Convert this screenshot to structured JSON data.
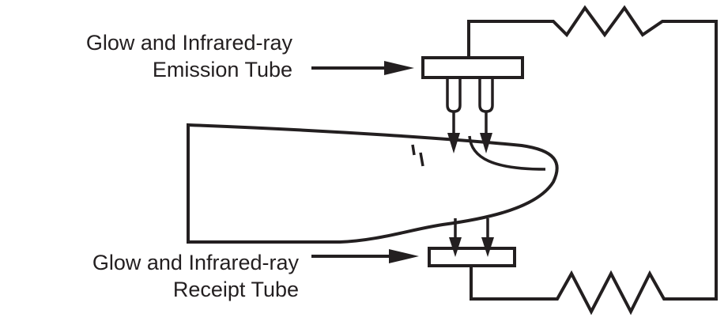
{
  "labels": {
    "emission_line1": "Glow and Infrared-ray",
    "emission_line2": "Emission Tube",
    "receipt_line1": "Glow and Infrared-ray",
    "receipt_line2": "Receipt Tube"
  }
}
